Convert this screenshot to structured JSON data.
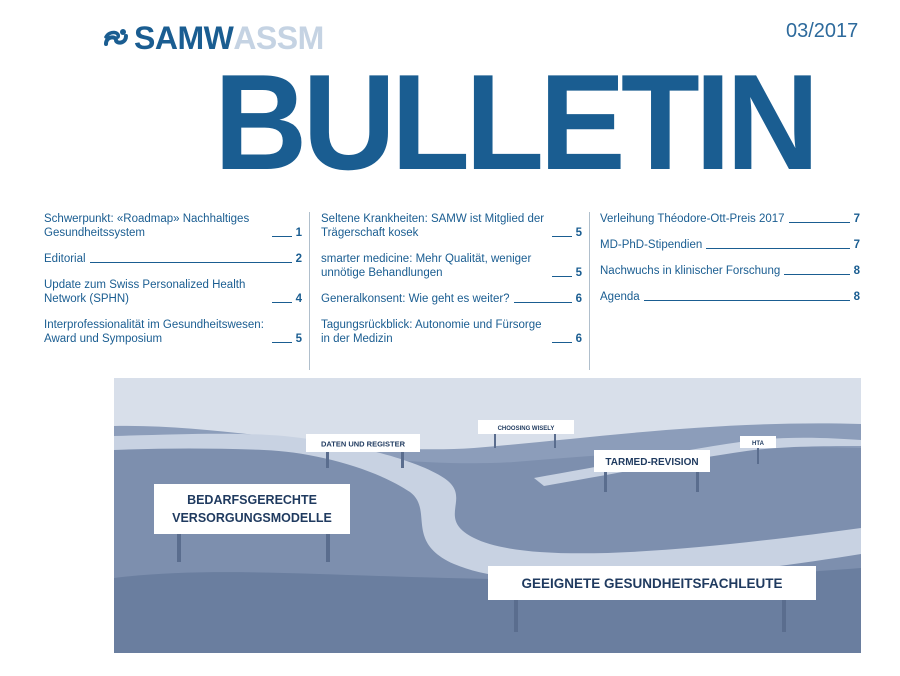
{
  "header": {
    "brand_samw": "SAMW",
    "brand_assm": "ASSM",
    "issue": "03/2017",
    "title": "BULLETIN"
  },
  "toc": {
    "col1": [
      {
        "text": "Schwerpunkt: «Roadmap» Nachhaltiges Gesundheitssystem",
        "page": "1"
      },
      {
        "text": "Editorial",
        "page": "2"
      },
      {
        "text": "Update zum Swiss Personalized Health Network (SPHN)",
        "page": "4"
      },
      {
        "text": "Interprofessionalität im Gesundheitswesen: Award und Symposium",
        "page": "5"
      }
    ],
    "col2": [
      {
        "text": "Seltene Krankheiten: SAMW ist Mitglied der Trägerschaft kosek",
        "page": "5"
      },
      {
        "text": "smarter medicine: Mehr Qualität, weniger unnötige Behandlungen",
        "page": "5"
      },
      {
        "text": "Generalkonsent: Wie geht es weiter?",
        "page": "6"
      },
      {
        "text": "Tagungsrückblick: Autonomie und Fürsorge in der Medizin",
        "page": "6"
      }
    ],
    "col3": [
      {
        "text": "Verleihung Théodore-Ott-Preis 2017",
        "page": "7"
      },
      {
        "text": "MD-PhD-Stipendien",
        "page": "7"
      },
      {
        "text": "Nachwuchs in klinischer Forschung",
        "page": "8"
      },
      {
        "text": "Agenda",
        "page": "8"
      }
    ]
  },
  "illustration": {
    "signs": {
      "daten": "DATEN UND REGISTER",
      "choosing": "CHOOSING WISELY",
      "hta": "HTA",
      "tarmed": "TARMED-REVISION",
      "bedarf_1": "BEDARFSGERECHTE",
      "bedarf_2": "VERSORGUNGSMODELLE",
      "fachleute": "GEEIGNETE GESUNDHEITSFACHLEUTE"
    },
    "colors": {
      "sky": "#d8dfea",
      "land": "#7d8fae",
      "land_dark": "#6a7e9f",
      "road": "#c8d2e2",
      "post": "#5a6d8e"
    }
  }
}
